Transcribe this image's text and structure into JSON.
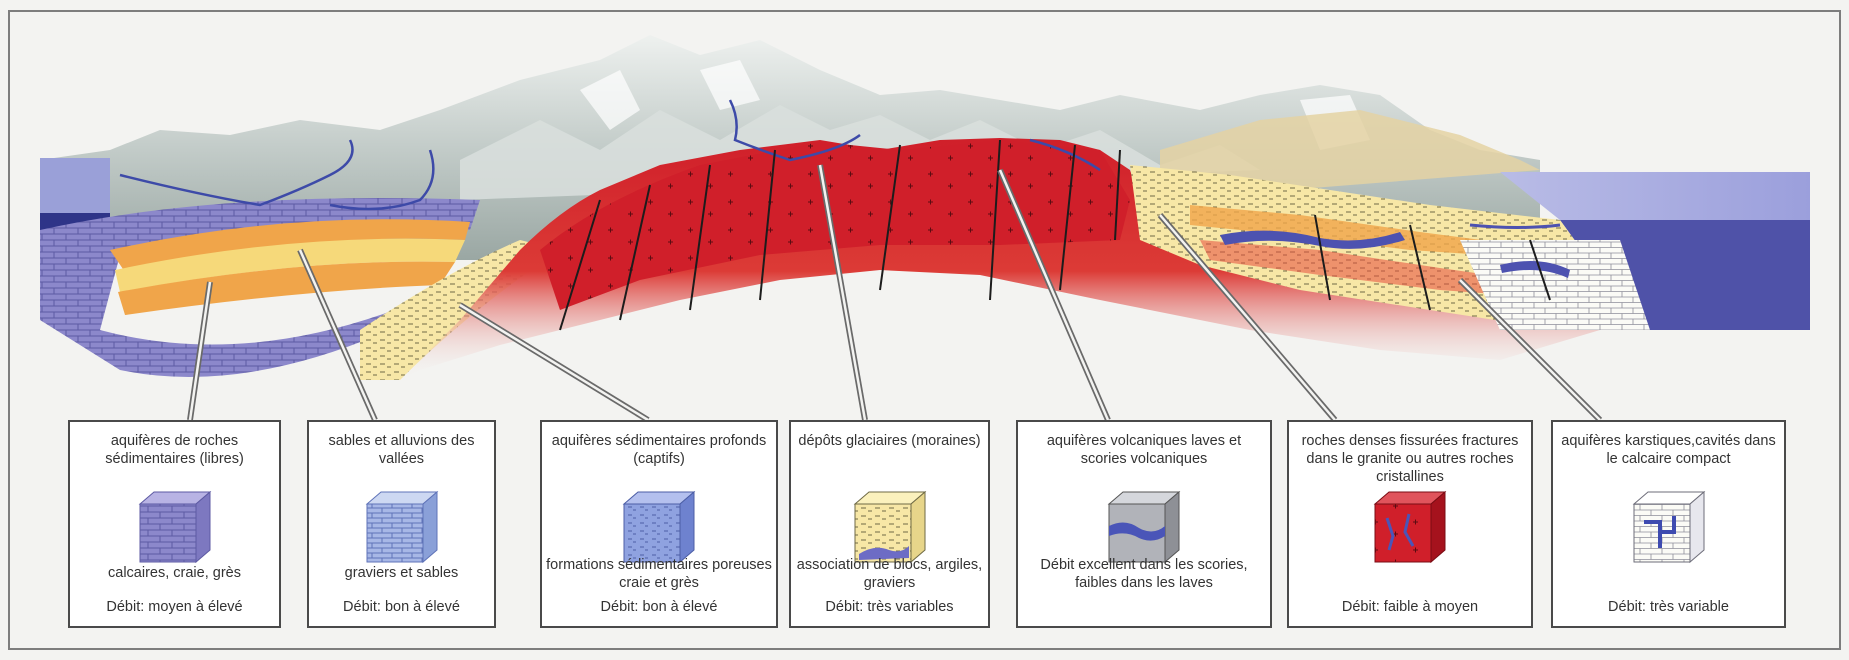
{
  "colors": {
    "frame": "#7d7d7d",
    "granite_red": "#d01f2a",
    "deep_red": "#b3141f",
    "limestone_purple": "#8a86c9",
    "sand_yellow": "#f2d77a",
    "orange_band": "#f0a54a",
    "mountain_grey": "#c9d0ce",
    "sea_blue": "#7c7fc9"
  },
  "aquifers": [
    {
      "title": "aquifères de roches sédimentaires (libres)",
      "desc": "calcaires, craie, grès",
      "rate": "Débit: moyen à élevé",
      "cube_icon": "limestone-block-icon"
    },
    {
      "title": "sables et alluvions des vallées",
      "desc": "graviers et sables",
      "rate": "Débit: bon à élevé",
      "cube_icon": "gravel-block-icon"
    },
    {
      "title": "aquifères sédimentaires profonds (captifs)",
      "desc": "formations sédimentaires poreuses craie et grès",
      "rate": "Débit: bon à élevé",
      "cube_icon": "porous-block-icon"
    },
    {
      "title": "dépôts glaciaires (moraines)",
      "desc": "association de blocs, argiles, graviers",
      "rate": "Débit: très variables",
      "cube_icon": "moraine-block-icon"
    },
    {
      "title": "aquifères volcaniques laves et scories volcaniques",
      "desc": "Débit excellent dans les scories, faibles dans les laves",
      "rate": "",
      "cube_icon": "lava-block-icon"
    },
    {
      "title": "roches denses fissurées fractures dans le granite ou autres roches cristallines",
      "desc": "",
      "rate": "Débit: faible à moyen",
      "cube_icon": "granite-block-icon"
    },
    {
      "title": "aquifères karstiques,cavités dans le calcaire compact",
      "desc": "",
      "rate": "Débit: très variable",
      "cube_icon": "karst-block-icon"
    }
  ]
}
